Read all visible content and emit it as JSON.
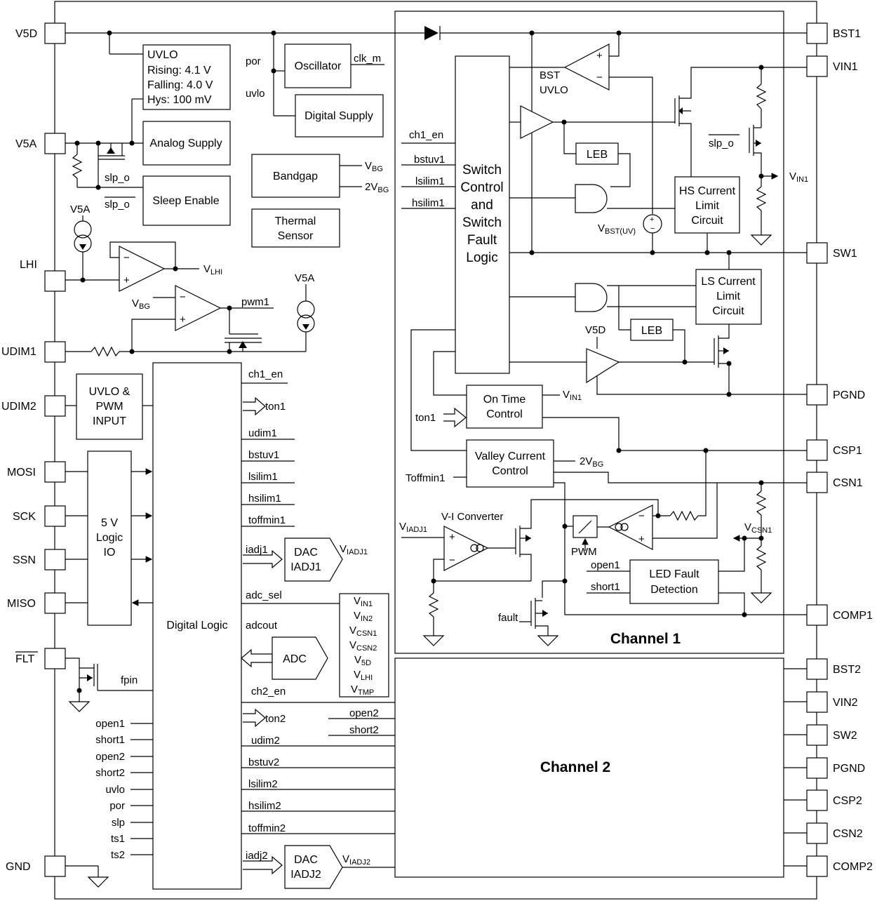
{
  "pins_left": [
    "V5D",
    "V5A",
    "LHI",
    "UDIM1",
    "UDIM2",
    "MOSI",
    "SCK",
    "SSN",
    "MISO",
    "FLT",
    "GND"
  ],
  "pins_right": [
    "BST1",
    "VIN1",
    "SW1",
    "PGND",
    "CSP1",
    "CSN1",
    "COMP1",
    "BST2",
    "VIN2",
    "SW2",
    "PGND",
    "CSP2",
    "CSN2",
    "COMP2"
  ],
  "blocks": {
    "uvlo": [
      "UVLO",
      "Rising: 4.1 V",
      "Falling: 4.0 V",
      "Hys: 100 mV"
    ],
    "oscillator": "Oscillator",
    "digital_supply": "Digital Supply",
    "analog_supply": "Analog Supply",
    "sleep_enable": "Sleep Enable",
    "bandgap": "Bandgap",
    "thermal_sensor": [
      "Thermal",
      "Sensor"
    ],
    "uvlo_pwm": [
      "UVLO &",
      "PWM",
      "INPUT"
    ],
    "logic_io": [
      "5 V",
      "Logic",
      "IO"
    ],
    "digital_logic": "Digital Logic",
    "dac1": [
      "DAC",
      "IADJ1"
    ],
    "dac2": [
      "DAC",
      "IADJ2"
    ],
    "adc": "ADC",
    "switch_control": [
      "Switch",
      "Control",
      "and",
      "Switch",
      "Fault",
      "Logic"
    ],
    "leb": "LEB",
    "hs_current": [
      "HS Current",
      "Limit",
      "Circuit"
    ],
    "ls_current": [
      "LS Current",
      "Limit",
      "Circuit"
    ],
    "on_time": [
      "On Time",
      "Control"
    ],
    "valley": [
      "Valley Current",
      "Control"
    ],
    "led_fault": [
      "LED Fault",
      "Detection"
    ],
    "vi_converter": "V-I Converter",
    "pwm": "PWM",
    "bst_uvlo": [
      "BST",
      "UVLO"
    ],
    "channel1": "Channel 1",
    "channel2": "Channel 2"
  },
  "signals": {
    "por": "por",
    "uvlo": "uvlo",
    "clk_m": "clk_m",
    "slp_o": "slp_o",
    "v5a": "V5A",
    "v5d": "V5D",
    "vbg": "V",
    "vbg_sub": "BG",
    "two_vbg": "2V",
    "vlhi": "V",
    "vlhi_sub": "LHI",
    "pwm1": "pwm1",
    "fpin": "fpin",
    "viadj1": "V",
    "viadj1_sub": "IADJ1",
    "viadj2_sub": "IADJ2",
    "vin1": "V",
    "vin1_sub": "IN1",
    "vbst": "V",
    "vbst_sub": "BST(UV)",
    "vcsn1_sub": "CSN1",
    "ton1": "ton1",
    "ton2": "ton2",
    "toffmin1": "Toffmin1",
    "open1": "open1",
    "short1": "short1",
    "fault": "fault",
    "adc_sel": "adc_sel",
    "adcout": "adcout",
    "ch2_en": "ch2_en"
  },
  "dl_outputs1": [
    "ch1_en",
    "udim1",
    "bstuv1",
    "lsilim1",
    "hsilim1",
    "toffmin1",
    "iadj1"
  ],
  "dl_outputs2": [
    "udim2",
    "bstuv2",
    "lsilim2",
    "hsilim2",
    "toffmin2",
    "iadj2"
  ],
  "dl_inputs": [
    "open1",
    "short1",
    "open2",
    "short2",
    "uvlo",
    "por",
    "slp",
    "ts1",
    "ts2"
  ],
  "sw_inputs": [
    "ch1_en",
    "bstuv1",
    "lsilim1",
    "hsilim1"
  ],
  "ch2_inputs": [
    "open2",
    "short2"
  ],
  "adc_inputs": [
    {
      "v": "V",
      "sub": "IN1"
    },
    {
      "v": "V",
      "sub": "IN2"
    },
    {
      "v": "V",
      "sub": "CSN1"
    },
    {
      "v": "V",
      "sub": "CSN2"
    },
    {
      "v": "V",
      "sub": "5D"
    },
    {
      "v": "V",
      "sub": "LHI"
    },
    {
      "v": "V",
      "sub": "TMP"
    }
  ]
}
